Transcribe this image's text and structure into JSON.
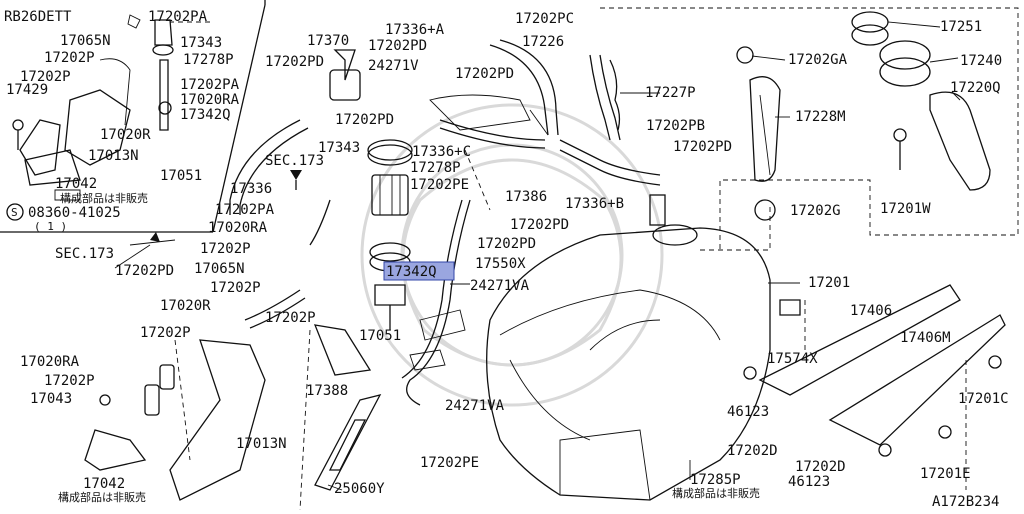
{
  "diagram": {
    "title": "RB26DETT",
    "code": "A172B234",
    "highlighted": "17342Q",
    "notes": {
      "not_sold_1": "構成部品は非販売",
      "not_sold_2": "構成部品は非販売",
      "not_sold_3": "構成部品は非販売",
      "screw": "08360-41025",
      "screw_qty": "( 1 )",
      "screw_symbol": "S"
    },
    "labels": {
      "l17202PA_a": "17202PA",
      "l17065N_a": "17065N",
      "l17343_a": "17343",
      "l17202P_a": "17202P",
      "l17278P_a": "17278P",
      "l17429": "17429",
      "l17202PA_b": "17202PA",
      "l17020RA_a": "17020RA",
      "l17342Q_a": "17342Q",
      "l17020R_a": "17020R",
      "l17013N_a": "17013N",
      "l17051_a": "17051",
      "l17042_a": "17042",
      "l17370": "17370",
      "l17202PD_a": "17202PD",
      "l17336A": "17336+A",
      "l17202PD_b": "17202PD",
      "l24271V": "24271V",
      "l17202PC": "17202PC",
      "l17226": "17226",
      "l17202PD_c": "17202PD",
      "l17227P": "17227P",
      "l17202PD_d": "17202PD",
      "l17343_b": "17343",
      "l17336C": "17336+C",
      "l17202PB": "17202PB",
      "lSEC173_a": "SEC.173",
      "l17278P_b": "17278P",
      "l17202PD_e": "17202PD",
      "l17336": "17336",
      "l17202PE_a": "17202PE",
      "l17386": "17386",
      "l17336B": "17336+B",
      "l17202PA_c": "17202PA",
      "l17020RA_b": "17020RA",
      "l17202PD_f": "17202PD",
      "l17202PD_g": "17202PD",
      "lSEC173_b": "SEC.173",
      "l17202P_b": "17202P",
      "l17202PD_h": "17202PD",
      "l17065N_b": "17065N",
      "l17550X": "17550X",
      "l17342Q_b": "17342Q",
      "l17202P_c": "17202P",
      "l24271VA_a": "24271VA",
      "l17020R_b": "17020R",
      "l17202P_d": "17202P",
      "l17051_b": "17051",
      "l17202P_e": "17202P",
      "l17020RA_c": "17020RA",
      "l17202P_f": "17202P",
      "l17043": "17043",
      "l17388": "17388",
      "l24271VA_b": "24271VA",
      "l17013N_b": "17013N",
      "l17042_b": "17042",
      "l17202PE_b": "17202PE",
      "l25060Y": "25060Y",
      "l17285P": "17285P",
      "l17251": "17251",
      "l17240": "17240",
      "l17202GA": "17202GA",
      "l17220Q": "17220Q",
      "l17228M": "17228M",
      "l17201W": "17201W",
      "l17202G": "17202G",
      "l17201": "17201",
      "l17406": "17406",
      "l17406M": "17406M",
      "l17574X": "17574X",
      "l17201C": "17201C",
      "l46123_a": "46123",
      "l17202D_a": "17202D",
      "l17202D_b": "17202D",
      "l46123_b": "46123",
      "l17201E": "17201E"
    }
  }
}
